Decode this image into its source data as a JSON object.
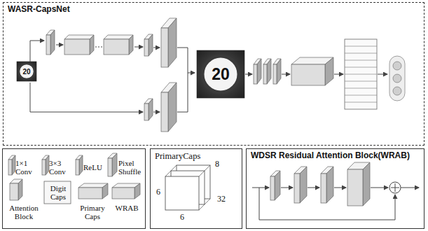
{
  "diagram": {
    "nodes": [
      {
        "text": [
          "WASR-CapsNet"
        ]
      },
      {
        "text": [
          "PrimaryCaps"
        ]
      },
      {
        "text": [
          "WDSR Residual Attention Block(WRAB)"
        ]
      }
    ],
    "labels": [
      "20",
      "20",
      "6",
      "8",
      "6",
      "32"
    ],
    "legend": [
      {
        "text": "1×1 Conv"
      },
      {
        "text": "3×3 Conv"
      },
      {
        "text": "ReLU"
      },
      {
        "text": "Pixel Shuffle"
      },
      {
        "text": "Attention Block"
      },
      {
        "text": "Digit Caps"
      },
      {
        "text": "Primary Caps"
      },
      {
        "text": "WRAB"
      }
    ]
  }
}
